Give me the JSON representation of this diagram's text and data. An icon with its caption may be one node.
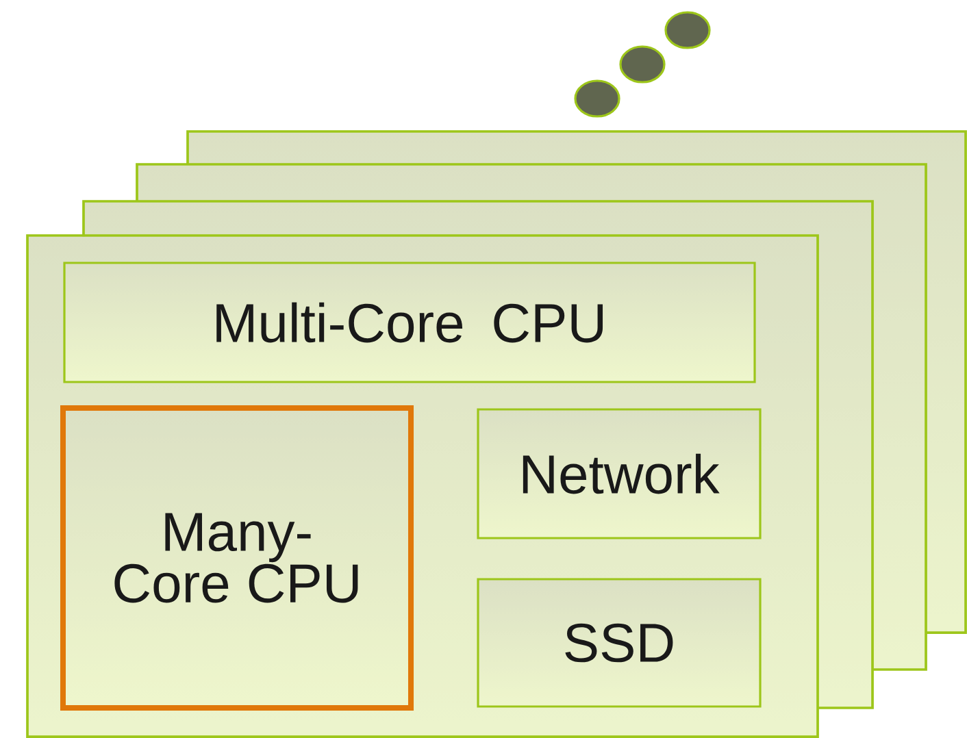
{
  "diagram": {
    "nodes": [
      {
        "text": [],
        "shape": "box"
      },
      {
        "text": [],
        "shape": "box"
      },
      {
        "text": [],
        "shape": "box"
      },
      {
        "text": [],
        "shape": "box"
      },
      {
        "text": [
          "Multi-Core CPU"
        ],
        "in": 3
      },
      {
        "text": [
          "Many- Core CPU"
        ],
        "in": 3
      },
      {
        "text": [
          "Network"
        ]
      },
      {
        "text": [
          "SSD"
        ],
        "in": 3
      }
    ]
  }
}
